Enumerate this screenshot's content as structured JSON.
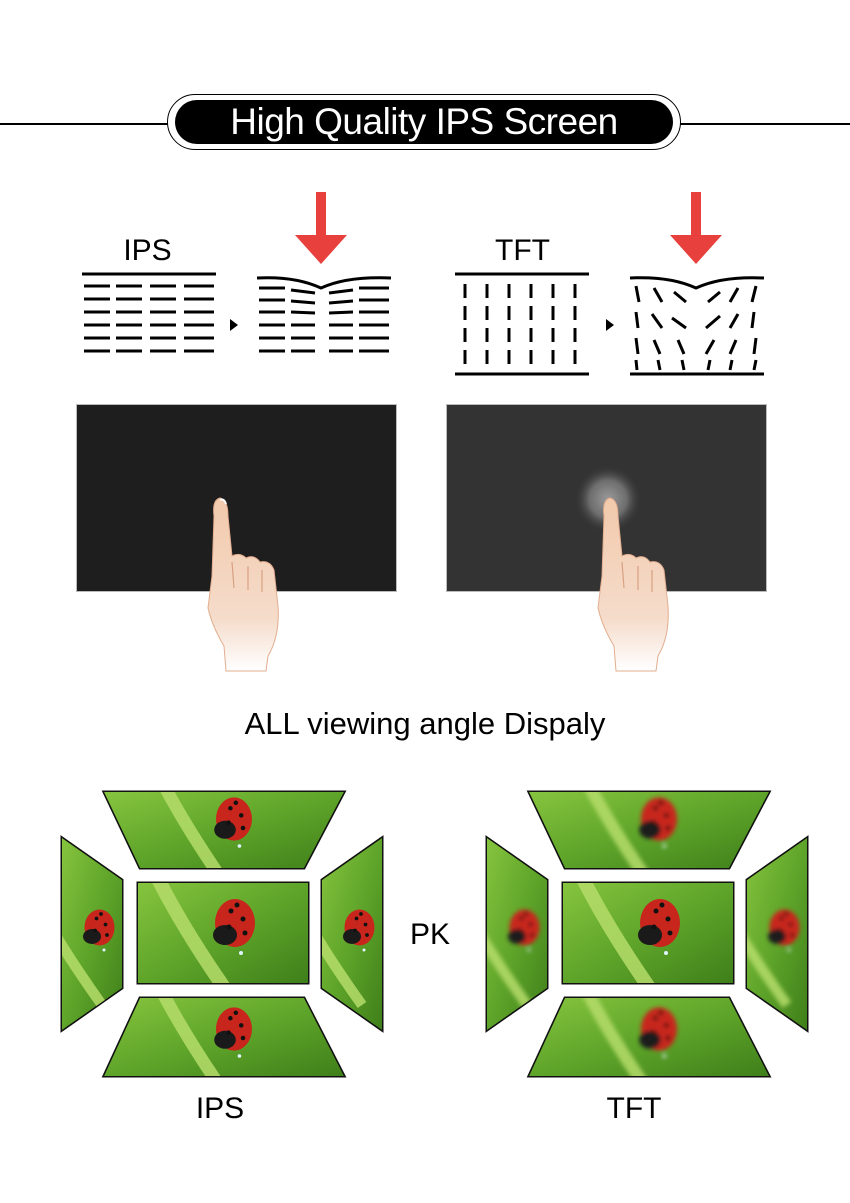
{
  "title": "High Quality IPS Screen",
  "diagram": {
    "ips_label": "IPS",
    "tft_label": "TFT"
  },
  "subtitle": "ALL viewing angle Dispaly",
  "comparison": {
    "left_label": "IPS",
    "vs_label": "PK",
    "right_label": "TFT"
  },
  "colors": {
    "arrow": "#e8403d",
    "screen_ips": "#1e1e1e",
    "screen_tft": "#333333",
    "leaf_green": "#6cae2c",
    "ladybug_red": "#c8261c"
  },
  "icons": [
    "press-arrow-icon",
    "small-arrow-icon",
    "finger-hand-icon",
    "ladybug-photo"
  ]
}
